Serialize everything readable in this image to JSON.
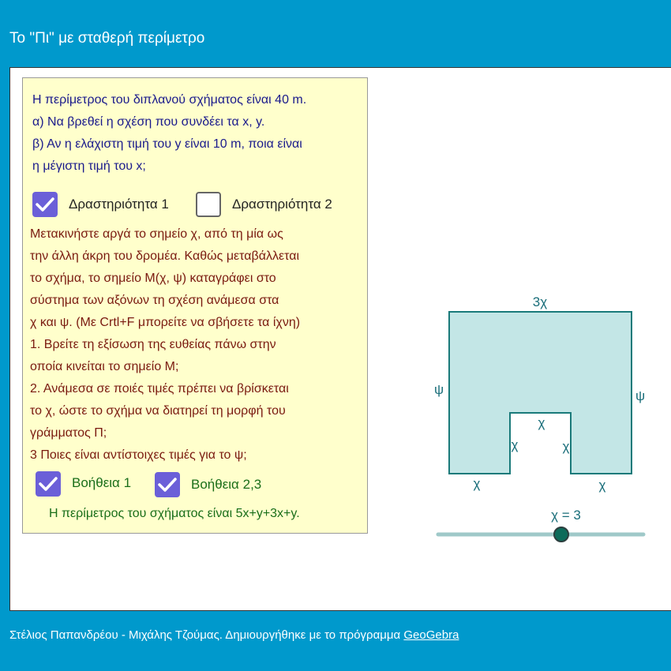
{
  "page": {
    "title": "Το \"Πι\" με σταθερή περίμετρο"
  },
  "problem": {
    "lines": [
      "Η περίμετρος του διπλανού σχήματος είναι 40 m.",
      "α) Να βρεθεί η σχέση που συνδέει τα x, y.",
      "β) Αν η ελάχιστη τιμή του y είναι 10 m, ποια είναι",
      "η μέγιστη τιμή του x;"
    ]
  },
  "activities": {
    "a1": {
      "label": "Δραστηριότητα 1",
      "checked": true
    },
    "a2": {
      "label": "Δραστηριότητα 2",
      "checked": false
    }
  },
  "instructions": {
    "lines": [
      "Μετακινήστε αργά το σημείο χ, από τη μία ως",
      "την άλλη άκρη του δρομέα. Καθώς μεταβάλλεται",
      "το σχήμα, το σημείο Μ(χ, ψ) καταγράφει στο",
      "σύστημα των αξόνων τη σχέση ανάμεσα στα",
      "χ και ψ. (Με Crtl+F μπορείτε να σβήσετε τα ίχνη)",
      "1. Βρείτε τη εξίσωση της ευθείας πάνω στην",
      "    οποία κινείται το σημείο Μ;",
      "2. Ανάμεσα σε ποιές τιμές πρέπει να βρίσκεται",
      "    το χ, ώστε το σχήμα να διατηρεί τη μορφή του",
      "    γράμματος Π;",
      "3  Ποιες είναι αντίστοιχες τιμές για το ψ;"
    ]
  },
  "help": {
    "h1": {
      "label": "Βοήθεια 1",
      "checked": true
    },
    "h23": {
      "label": "Βοήθεια 2,3",
      "checked": true
    },
    "perimeter_text": "Η περίμετρος του σχήματος είναι 5x+y+3x+y."
  },
  "shape": {
    "top_label": "3χ",
    "left_label": "ψ",
    "right_label": "ψ",
    "notch_top_label": "χ",
    "notch_left_label": "χ",
    "notch_right_label": "χ",
    "bottom_left_label": "χ",
    "bottom_right_label": "χ",
    "fill_color": "#c3e6e6",
    "stroke_color": "#1a7a7a"
  },
  "slider": {
    "label": "χ = 3",
    "value": 3,
    "min": 0,
    "max": 5
  },
  "footer": {
    "text": "Στέλιος Παπανδρέου - Μιχάλης Τζούμας. Δημιουργήθηκε με το πρόγραμμα ",
    "link": "GeoGebra"
  }
}
